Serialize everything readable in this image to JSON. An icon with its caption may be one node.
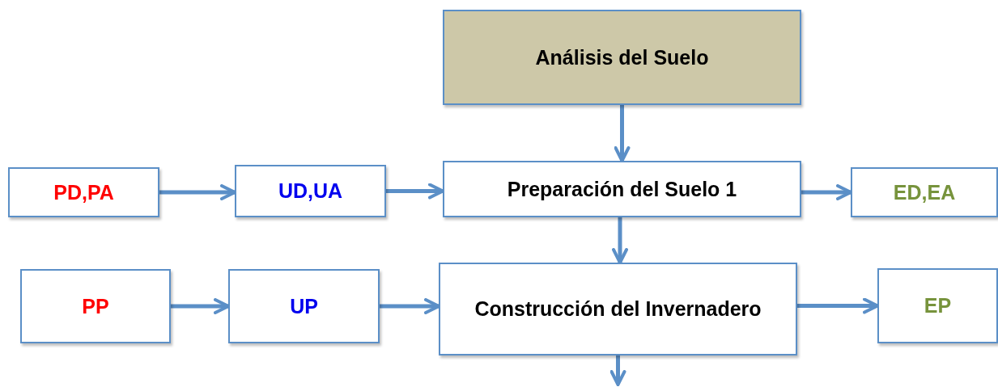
{
  "diagram": {
    "nodes": [
      {
        "text": [
          "Análisis del Suelo"
        ]
      },
      {
        "text": [
          "PD,PA"
        ]
      },
      {
        "text": [
          "UD,UA"
        ]
      },
      {
        "text": [
          "Preparación del Suelo 1"
        ]
      },
      {
        "text": [
          "ED,EA"
        ]
      },
      {
        "text": [
          "PP"
        ]
      },
      {
        "text": [
          "UP"
        ]
      },
      {
        "text": [
          "Construcción del Invernadero"
        ]
      },
      {
        "text": [
          "EP"
        ]
      }
    ],
    "edges": [
      {
        "from": 0,
        "to": 3,
        "arrow": "to"
      },
      {
        "from": 1,
        "to": 2,
        "arrow": "to"
      },
      {
        "from": 2,
        "to": 3,
        "arrow": "to"
      },
      {
        "from": 3,
        "to": 4,
        "arrow": "to"
      },
      {
        "from": 3,
        "to": 7,
        "arrow": "to"
      },
      {
        "from": 5,
        "to": 6,
        "arrow": "to"
      },
      {
        "from": 6,
        "to": 7,
        "arrow": "to"
      },
      {
        "from": 7,
        "to": 8,
        "arrow": "to"
      },
      {
        "from": 7,
        "to": null,
        "arrow": "to"
      }
    ]
  }
}
